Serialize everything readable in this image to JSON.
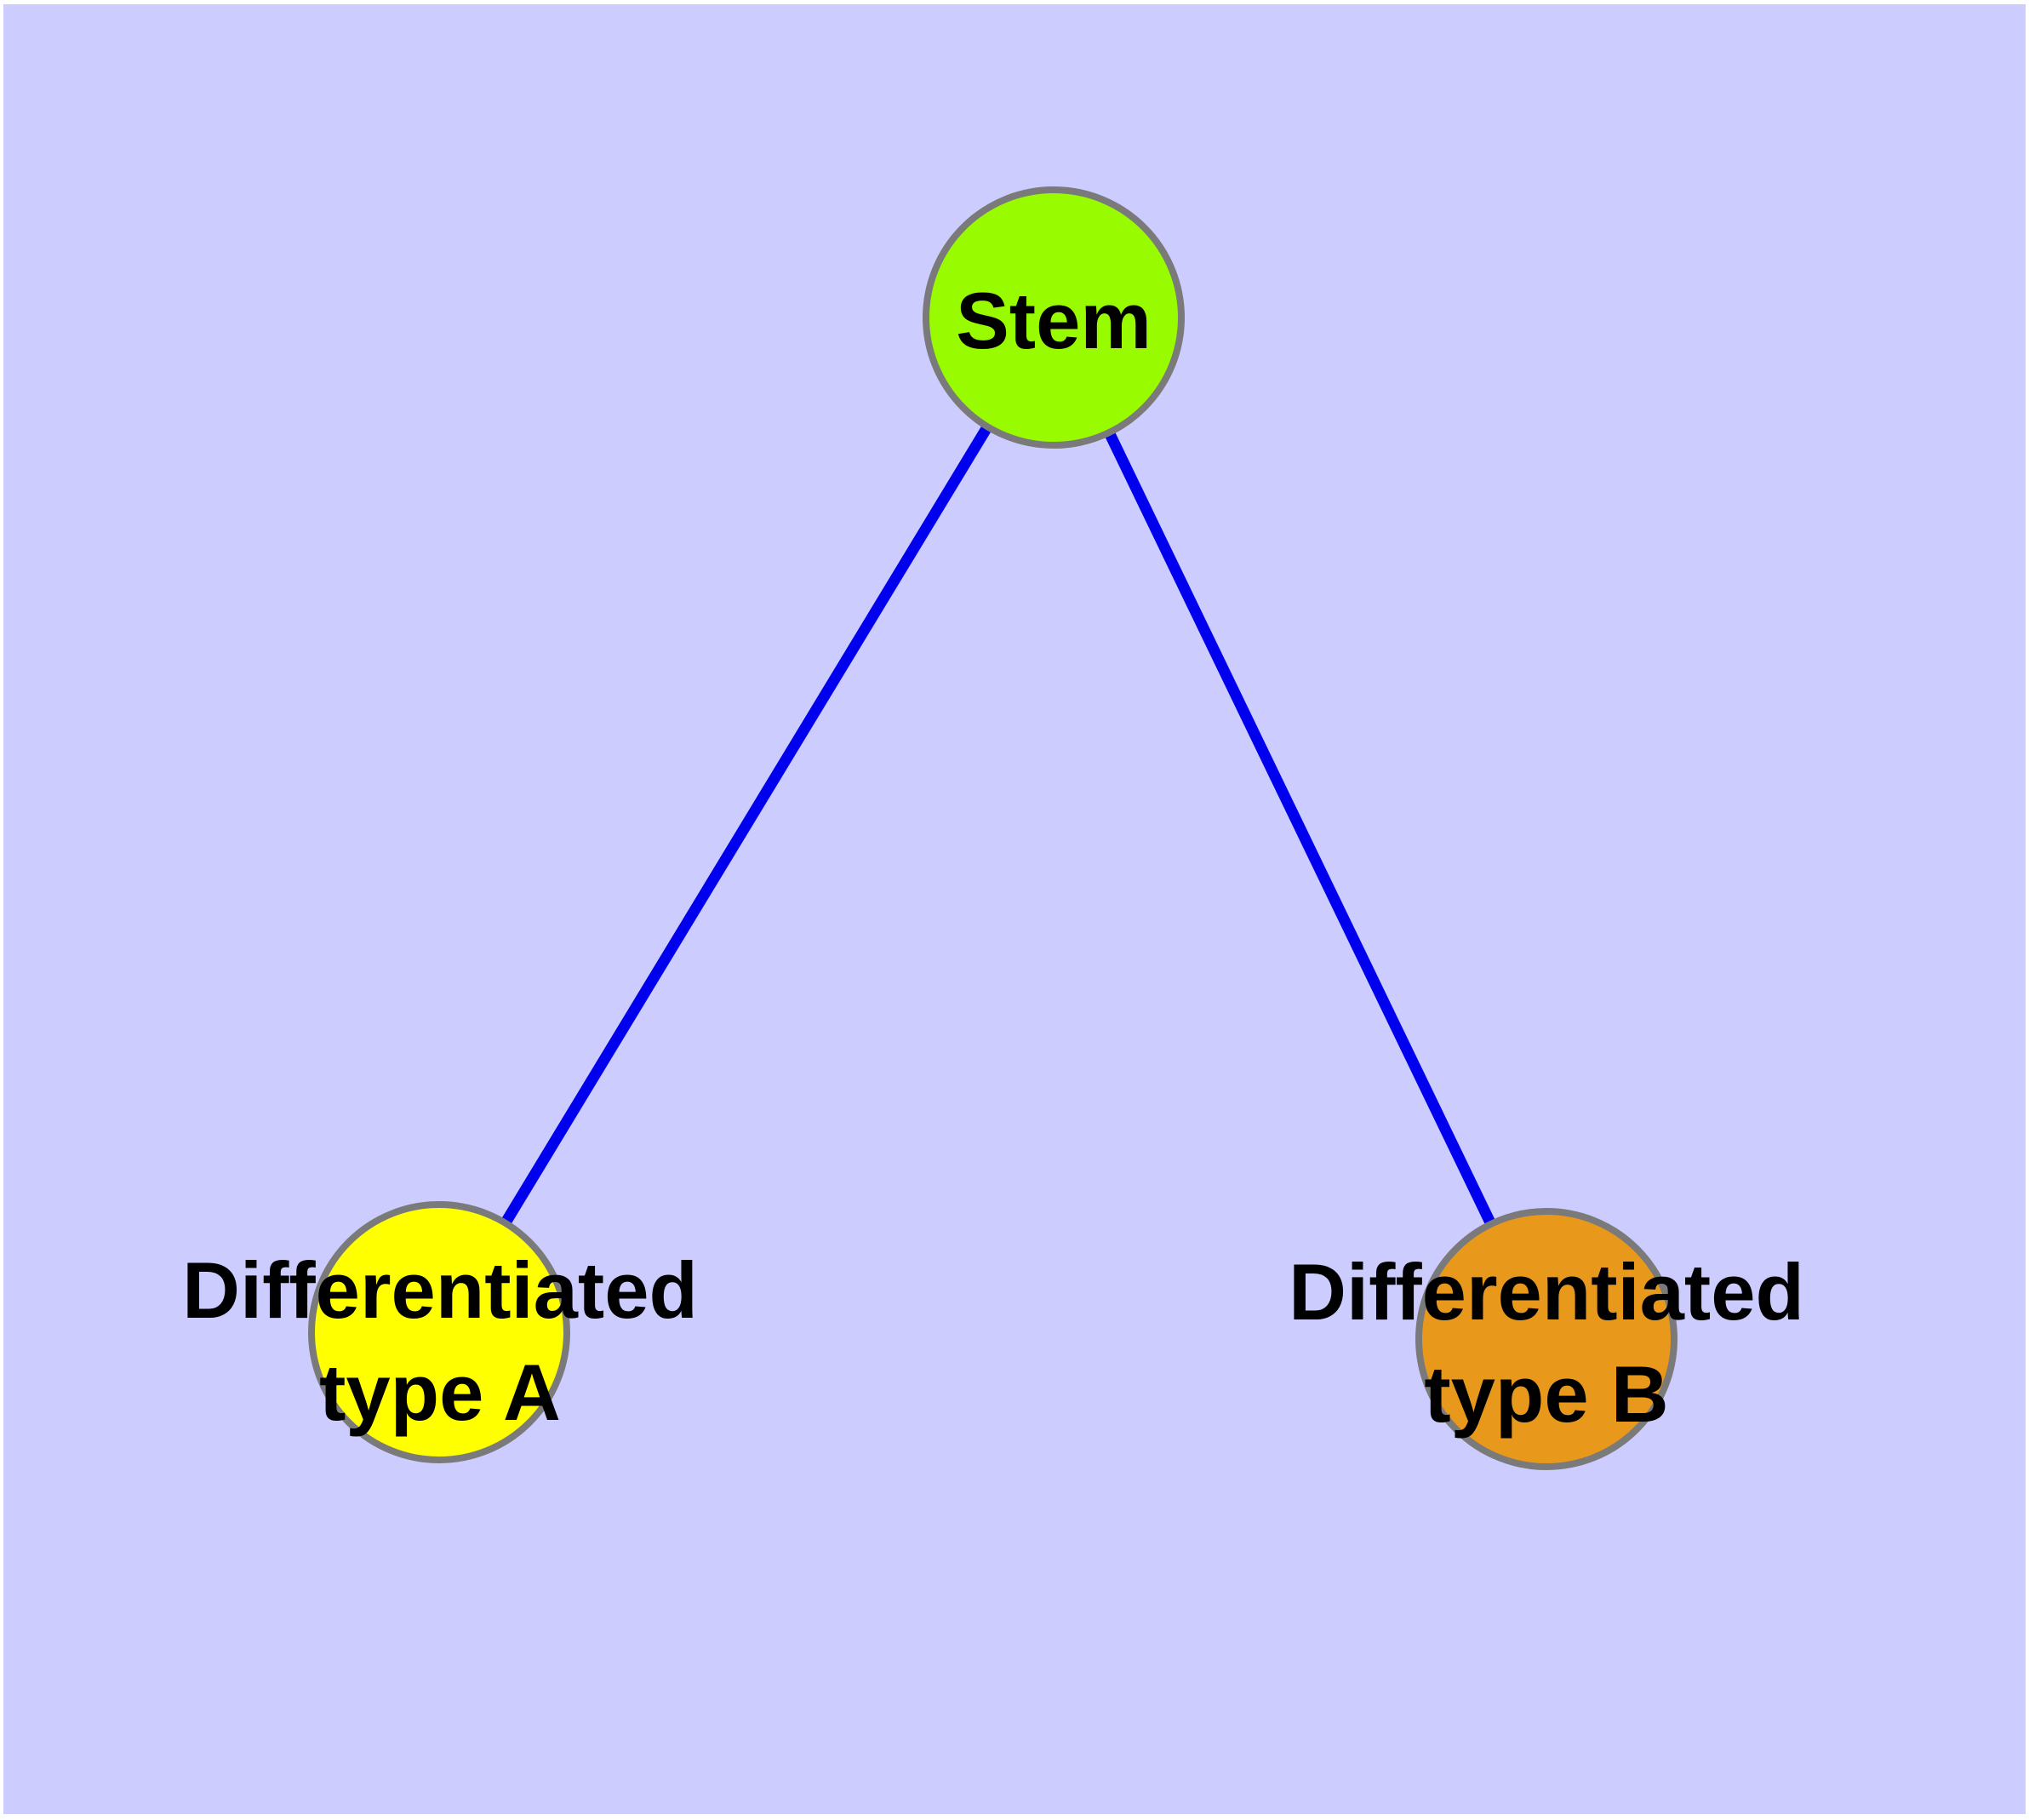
{
  "diagram": {
    "background_color": "#CCCCFF",
    "edge_color": "#0000EE",
    "node_border_color": "#7A7A7A",
    "nodes": {
      "stem": {
        "label": "Stem",
        "fill": "#98FB00"
      },
      "type_a": {
        "label": "Differentiated\ntype A",
        "fill": "#FFFF00"
      },
      "type_b": {
        "label": "Differentiated\ntype B",
        "fill": "#E8991C"
      }
    },
    "edges": [
      {
        "from": "stem",
        "to": "type_a"
      },
      {
        "from": "stem",
        "to": "type_b"
      }
    ]
  }
}
